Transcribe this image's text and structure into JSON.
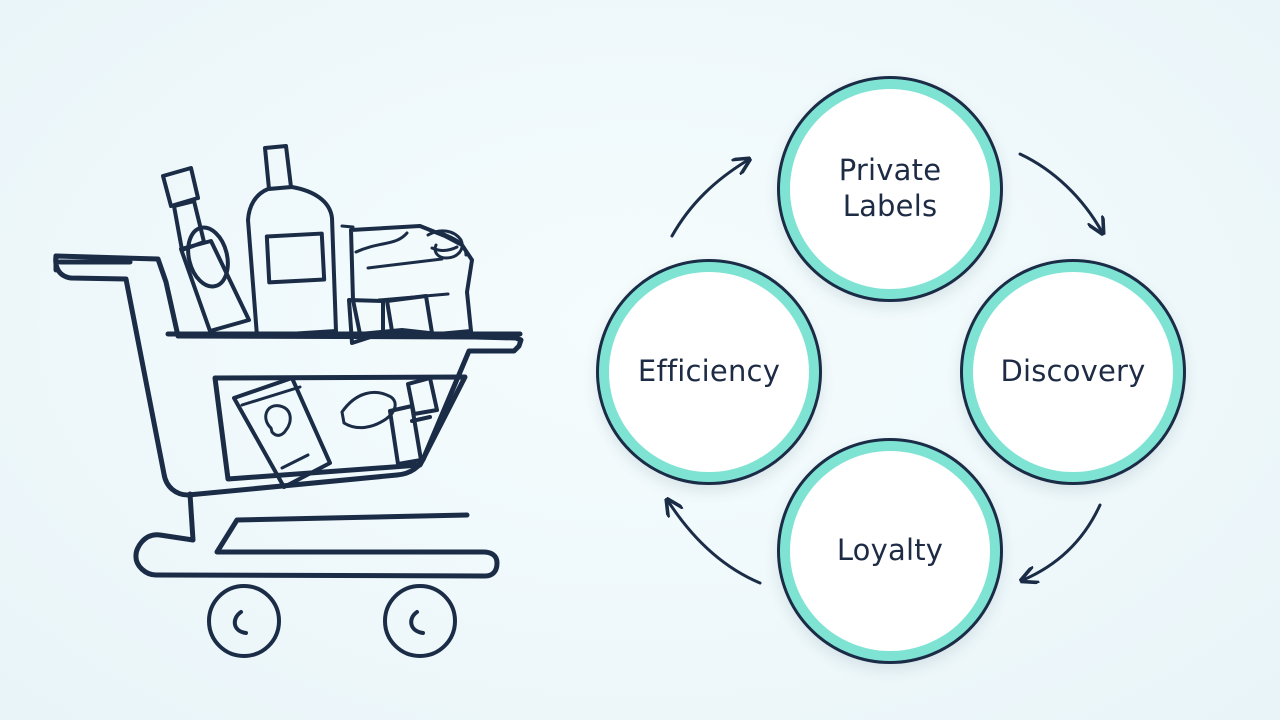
{
  "diagram": {
    "nodes": [
      {
        "id": "private",
        "label": "Private\nLabels"
      },
      {
        "id": "discovery",
        "label": "Discovery"
      },
      {
        "id": "loyalty",
        "label": "Loyalty"
      },
      {
        "id": "efficiency",
        "label": "Efficiency"
      }
    ],
    "cycle_direction": "clockwise"
  },
  "colors": {
    "background": "#eef8fb",
    "outline": "#1b2c47",
    "accent": "#7fe3d4",
    "node_fill": "#ffffff"
  },
  "illustration": {
    "name": "shopping-cart-with-groceries"
  }
}
